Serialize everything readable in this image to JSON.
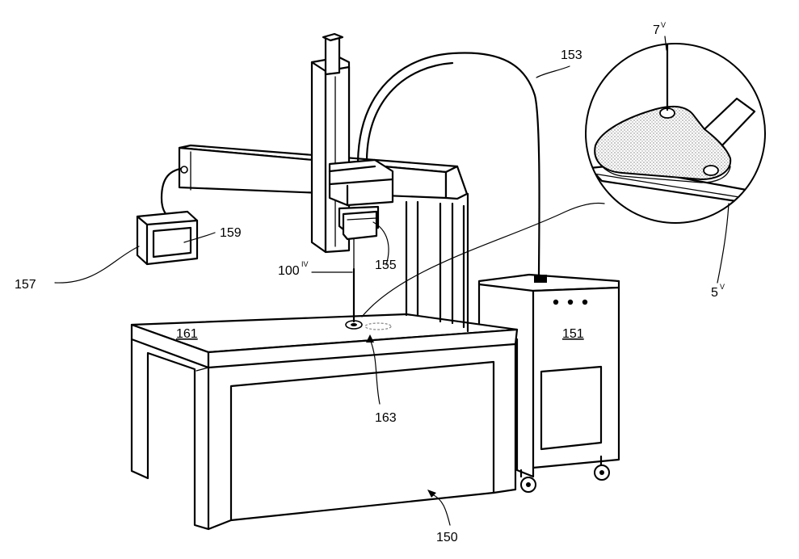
{
  "labels": {
    "ref_150": "150",
    "ref_151": "151",
    "ref_153": "153",
    "ref_155": "155",
    "ref_157": "157",
    "ref_159": "159",
    "ref_161": "161",
    "ref_163": "163",
    "ref_100": "100",
    "ref_100_sup": "IV",
    "ref_7": "7",
    "ref_7_sup": "V",
    "ref_5": "5",
    "ref_5_sup": "V"
  },
  "components": [
    "laser-gantry",
    "laser-head",
    "control-monitor",
    "workpiece-table",
    "power-cabinet",
    "fiber-cable",
    "detail-magnifier"
  ],
  "colors": {
    "line": "#000000",
    "background": "#ffffff",
    "texture": "#bdbdbd"
  }
}
